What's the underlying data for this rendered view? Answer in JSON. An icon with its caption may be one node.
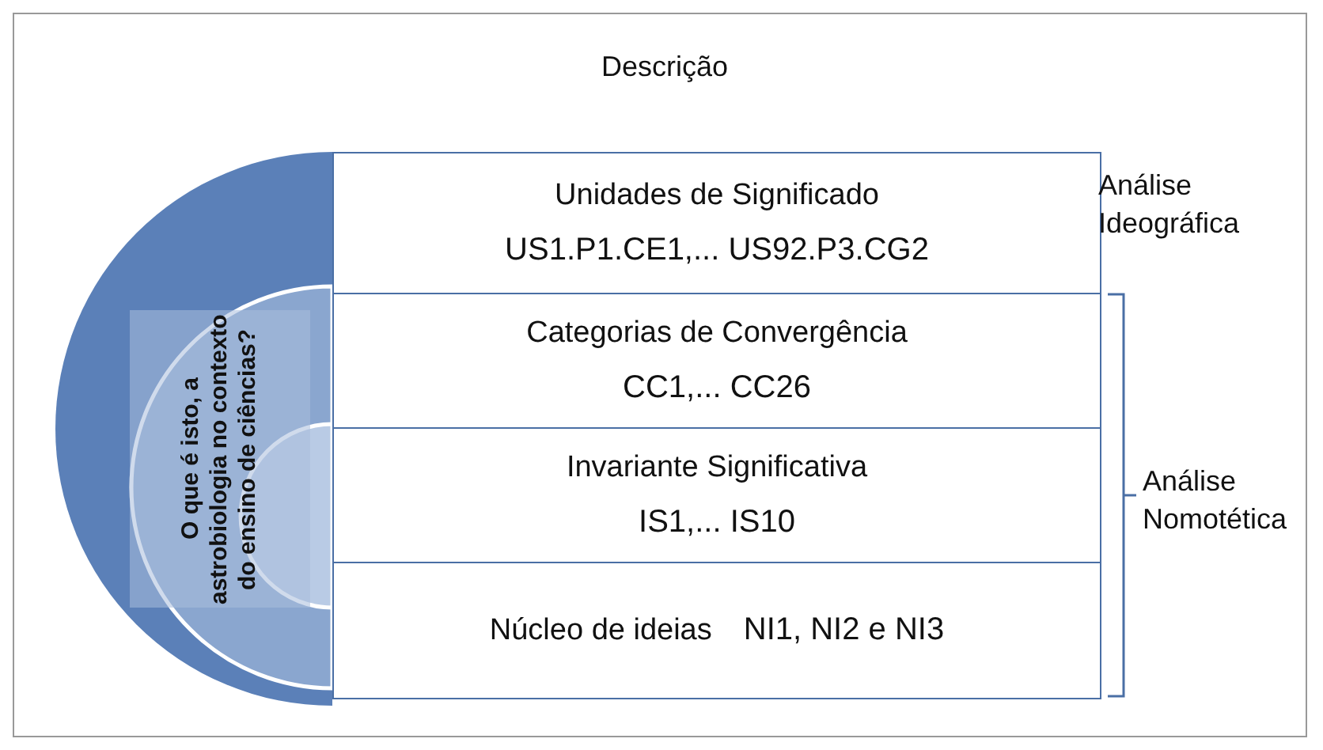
{
  "diagram": {
    "nodes": [
      {
        "text": [
          "Unidades de Significado",
          "US1.P1.CE1,... US92.P3.CG2"
        ]
      },
      {
        "text": [
          "Categorias de Convergência",
          "CC1,... CC26"
        ]
      },
      {
        "text": [
          "Invariante Significativa",
          "IS1,... IS10"
        ]
      },
      {
        "text": [
          "Núcleo de ideias",
          "NI1, NI2 e NI3"
        ]
      },
      {
        "text": [
          "O que é isto, a astrobiologia no contexto do ensino de ciências?"
        ]
      }
    ],
    "labels": [
      "Descrição",
      "Análise Ideográfica",
      "Análise Nomotética"
    ]
  }
}
